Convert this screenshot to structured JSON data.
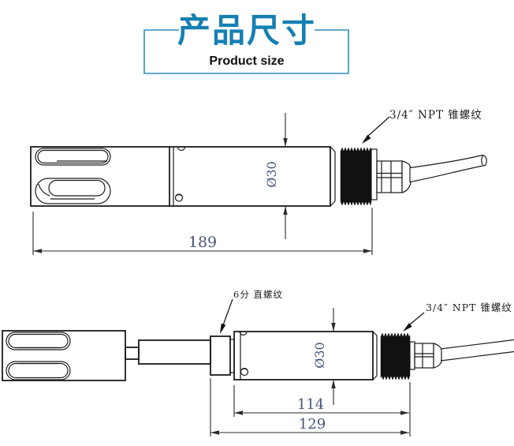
{
  "header": {
    "title_cn": "产品尺寸",
    "title_en": "Product size",
    "accent_color": "#1580b2",
    "frame_color": "#2e8fbc"
  },
  "drawing_top": {
    "description": "assembled probe side view with cable gland and cable",
    "labels": {
      "taper_thread": "3/4″ NPT 锥螺纹",
      "diameter": "Ø30",
      "overall_length": "189"
    }
  },
  "drawing_bottom": {
    "description": "extended probe side view with straight-thread adapter",
    "labels": {
      "straight_thread": "6分 直螺纹",
      "taper_thread": "3/4″ NPT 锥螺纹",
      "diameter": "Ø30",
      "body_length": "114",
      "total_length": "129"
    }
  },
  "colors": {
    "line": "#1c1c1c",
    "dimension_text": "#44547a"
  }
}
